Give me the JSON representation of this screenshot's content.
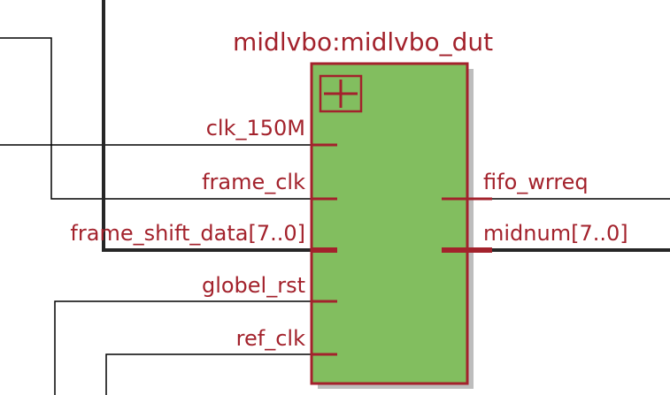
{
  "module": {
    "title": "midlvbo:midlvbo_dut",
    "expand_symbol": "plus-icon",
    "fill_color": "#82be5f",
    "border_color": "#a3222c"
  },
  "input_ports": [
    {
      "name": "clk_150M",
      "bus": false
    },
    {
      "name": "frame_clk",
      "bus": false
    },
    {
      "name": "frame_shift_data[7..0]",
      "bus": true
    },
    {
      "name": "globel_rst",
      "bus": false
    },
    {
      "name": "ref_clk",
      "bus": false
    }
  ],
  "output_ports": [
    {
      "name": "fifo_wrreq",
      "bus": false
    },
    {
      "name": "midnum[7..0]",
      "bus": true
    }
  ],
  "colors": {
    "text": "#a3222c",
    "wire": "#000000",
    "bus_wire": "#262626",
    "shadow": "#bdbdbd"
  }
}
